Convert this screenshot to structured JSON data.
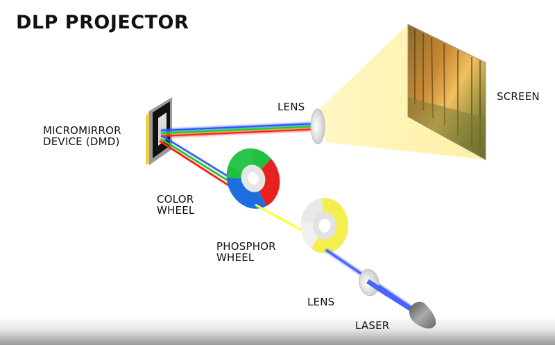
{
  "title": "DLP PROJECTOR",
  "labels": {
    "screen": "SCREEN",
    "lens_top": "LENS",
    "dmd_line1": "MICROMIRROR",
    "dmd_line2": "DEVICE (DMD)",
    "color_wheel_line1": "COLOR",
    "color_wheel_line2": "WHEEL",
    "phosphor_wheel_line1": "PHOSPHOR",
    "phosphor_wheel_line2": "WHEEL",
    "lens_bottom": "LENS",
    "laser": "LASER"
  },
  "colors": {
    "beam_red": "#ff2020",
    "beam_green": "#22cc22",
    "beam_blue": "#3050ff",
    "laser_blue": "#4a63ff",
    "yellow_beam": "#ffff33",
    "projection_cone": "#fff3b0",
    "phosphor_yellow": "#f4ee50"
  }
}
